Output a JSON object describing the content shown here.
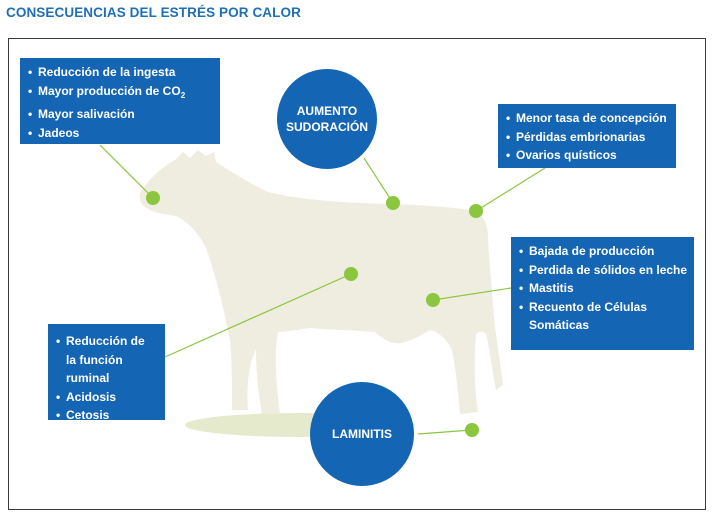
{
  "title": "CONSECUENCIAS DEL ESTRÉS POR CALOR",
  "colors": {
    "title": "#1f6fb7",
    "box": "#1565b5",
    "dot": "#8cc63f",
    "line": "#8cc63f",
    "cow": "#efeddf",
    "shadow": "#e6eacd"
  },
  "boxes": {
    "head": {
      "items": [
        "Reducción de la ingesta",
        "Mayor producción de CO",
        "Mayor salivación",
        "Jadeos"
      ],
      "co2_subscript": "2"
    },
    "reproduction": {
      "items": [
        "Menor tasa de concepción",
        "Pérdidas embrionarias",
        "Ovarios quísticos"
      ]
    },
    "udder": {
      "items": [
        "Bajada de producción",
        "Perdida de sólidos en leche",
        "Mastitis",
        "Recuento de Células Somáticas"
      ]
    },
    "rumen": {
      "items": [
        "Reducción de la función ruminal",
        "Acidosis",
        "Cetosis"
      ]
    }
  },
  "circles": {
    "sweat": "AUMENTO SUDORACIÓN",
    "laminitis": "LAMINITIS"
  }
}
